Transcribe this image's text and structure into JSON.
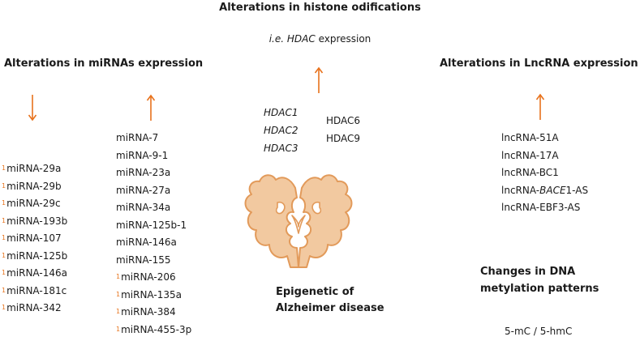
{
  "colors": {
    "arrow": "#e8721c",
    "brain_fill": "#f2c9a0",
    "brain_stroke": "#e29a5a",
    "superscript": "#e87722"
  },
  "histone": {
    "title": "Alterations in histone odifications",
    "subtitle_prefix": "i.e.",
    "subtitle_hdac": "HDAC",
    "subtitle_suffix": "expression",
    "arrow": "up"
  },
  "hdac": {
    "italic": [
      "HDAC1",
      "HDAC2",
      "HDAC3"
    ],
    "regular": [
      "HDAC6",
      "HDAC9"
    ]
  },
  "mirna": {
    "title": "Alterations in miRNAs expression",
    "down_arrow": "down",
    "up_arrow": "up",
    "down_list": [
      "miRNA-29a",
      "miRNA-29b",
      "miRNA-29c",
      "miRNA-193b",
      "miRNA-107",
      "miRNA-125b",
      "miRNA-146a",
      "miRNA-181c",
      "miRNA-342"
    ],
    "up_list": [
      "miRNA-7",
      "miRNA-9-1",
      "miRNA-23a",
      "miRNA-27a",
      "miRNA-34a",
      "miRNA-125b-1",
      "miRNA-146a",
      "miRNA-155"
    ],
    "up_list_marked": [
      "miRNA-206",
      "miRNA-135a",
      "miRNA-384",
      "miRNA-455-3p"
    ],
    "superscript": "1"
  },
  "lncrna": {
    "title": "Alterations in LncRNA expression",
    "arrow": "up",
    "items": [
      "lncRNA-51A",
      "lncRNA-17A",
      "lncRNA-BC1"
    ],
    "bace_prefix": "lncRNA-",
    "bace_italic": "BACE",
    "bace_suffix": "1-AS",
    "last": "lncRNA-EBF3-AS"
  },
  "dna": {
    "title_line1": "Changes in DNA",
    "title_line2": "metylation patterns",
    "value": "5-mC / 5-hmC"
  },
  "center": {
    "label_line1": "Epigenetic of",
    "label_line2": "Alzheimer disease",
    "icon": "brain-icon"
  }
}
